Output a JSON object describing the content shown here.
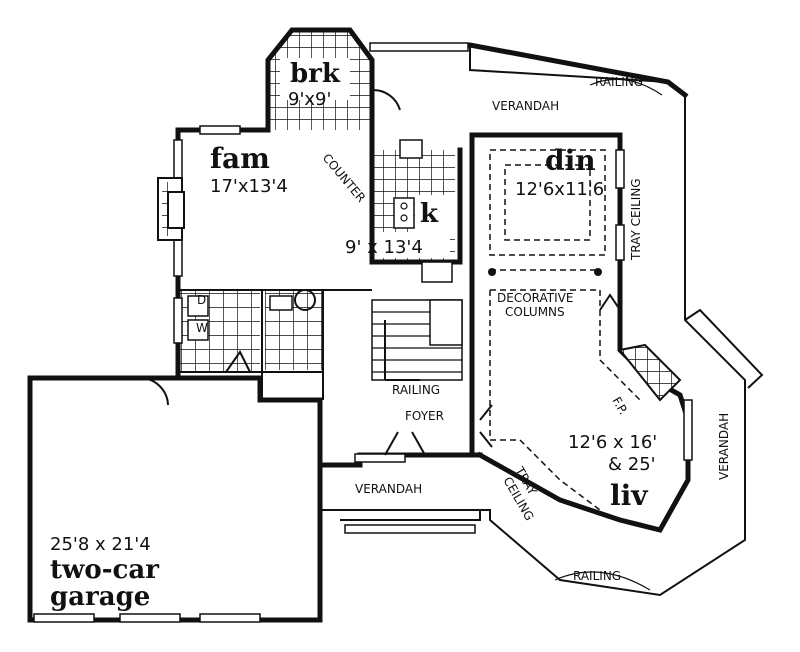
{
  "rooms": {
    "breakfast": {
      "name": "brk",
      "size": "9'x9'"
    },
    "family": {
      "name": "fam",
      "size": "17'x13'4"
    },
    "kitchen": {
      "name": "k",
      "size": "9' x 13'4"
    },
    "dining": {
      "name": "din",
      "size": "12'6x11'6"
    },
    "living": {
      "name": "liv",
      "size_line1": "12'6 x 16'",
      "size_line2": "& 25'"
    },
    "garage": {
      "size": "25'8 x 21'4",
      "name_line1": "two-car",
      "name_line2": "garage"
    }
  },
  "labels": {
    "verandah_top": "VERANDAH",
    "verandah_right": "VERANDAH",
    "verandah_bottom": "VERANDAH",
    "railing_top": "RAILING",
    "railing_bottom": "RAILING",
    "railing_stair": "RAILING",
    "tray_ceiling_din": "TRAY CEILING",
    "tray_ceiling_liv_1": "TRAY",
    "tray_ceiling_liv_2": "CEILING",
    "counter": "COUNTER",
    "decorative_1": "DECORATIVE",
    "decorative_2": "COLUMNS",
    "foyer": "FOYER",
    "fireplace": "F.P.",
    "dryer": "D",
    "washer": "W"
  }
}
